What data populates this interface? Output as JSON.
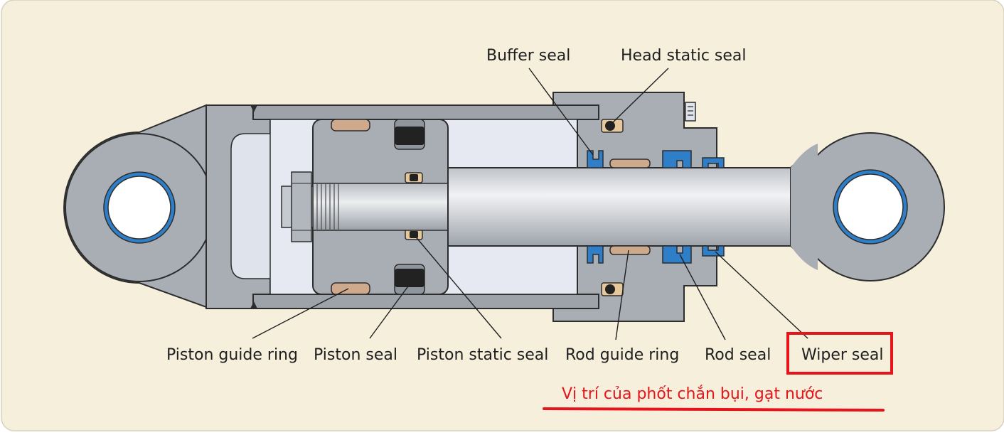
{
  "labels": {
    "buffer_seal": "Buffer seal",
    "head_static_seal": "Head static seal",
    "piston_guide_ring": "Piston guide ring",
    "piston_seal": "Piston seal",
    "piston_static_seal": "Piston static seal",
    "rod_guide_ring": "Rod guide ring",
    "rod_seal": "Rod seal",
    "wiper_seal": "Wiper seal"
  },
  "annotation": {
    "text": "Vị trí của phốt chắn bụi, gạt nước"
  },
  "colors": {
    "background": "#f5efdc",
    "steel": "#a9aeb5",
    "steel_dark": "#8f959d",
    "inner": "#e6e9f2",
    "outline": "#2d2d2d",
    "guide_ring": "#cfa98c",
    "seal_blue": "#2f7fc8",
    "seal_black": "#222222",
    "highlight": "#e8141b"
  }
}
